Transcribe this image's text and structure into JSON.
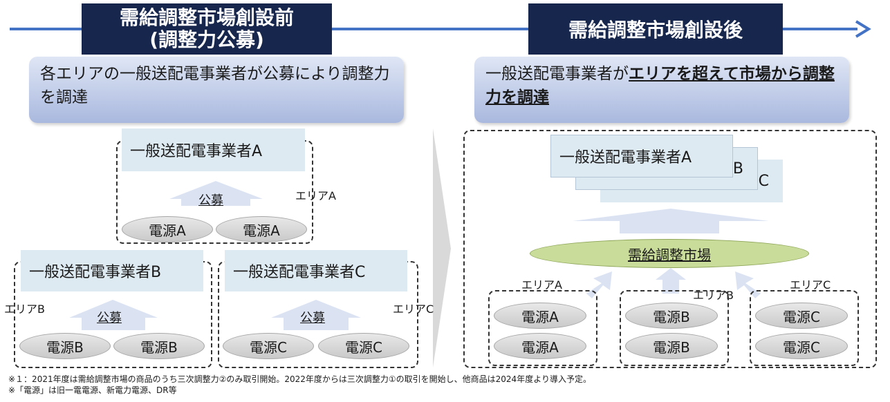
{
  "left": {
    "title_line1": "需給調整市場創設前",
    "title_line2": "(調整力公募)",
    "description": "各エリアの一般送配電事業者が公募により調整力を調達",
    "operator_a": "一般送配電事業者A",
    "operator_b": "一般送配電事業者B",
    "operator_c": "一般送配電事業者C",
    "area_a": "エリアA",
    "area_b": "エリアB",
    "area_c": "エリアC",
    "procurement_label": "公募",
    "source_a": "電源A",
    "source_b": "電源B",
    "source_c": "電源C"
  },
  "right": {
    "title": "需給調整市場創設後",
    "description_plain": "一般送配電事業者が",
    "description_emphasis": "エリアを超えて市場から調整力を調達",
    "operator_front": "一般送配電事業者A",
    "operator_back_b": "B",
    "operator_back_c": "C",
    "market_label": "需給調整市場",
    "area_a": "エリアA",
    "area_b": "エリアB",
    "area_c": "エリアC",
    "source_a": "電源A",
    "source_b": "電源B",
    "source_c": "電源C"
  },
  "colors": {
    "title_bg": "#17264d",
    "timeline": "#4472c4",
    "operator_bg": "#deeaf1",
    "arrow_fill": "#dbe3f3",
    "market_fill": "#c9dc9a"
  },
  "footnotes": {
    "note1": "※１：2021年度は需給調整市場の商品のうち三次調整力②のみ取引開始。2022年度からは三次調整力①の取引を開始し、他商品は2024年度より導入予定。",
    "note2": "※「電源」は旧一電電源、新電力電源、DR等"
  }
}
